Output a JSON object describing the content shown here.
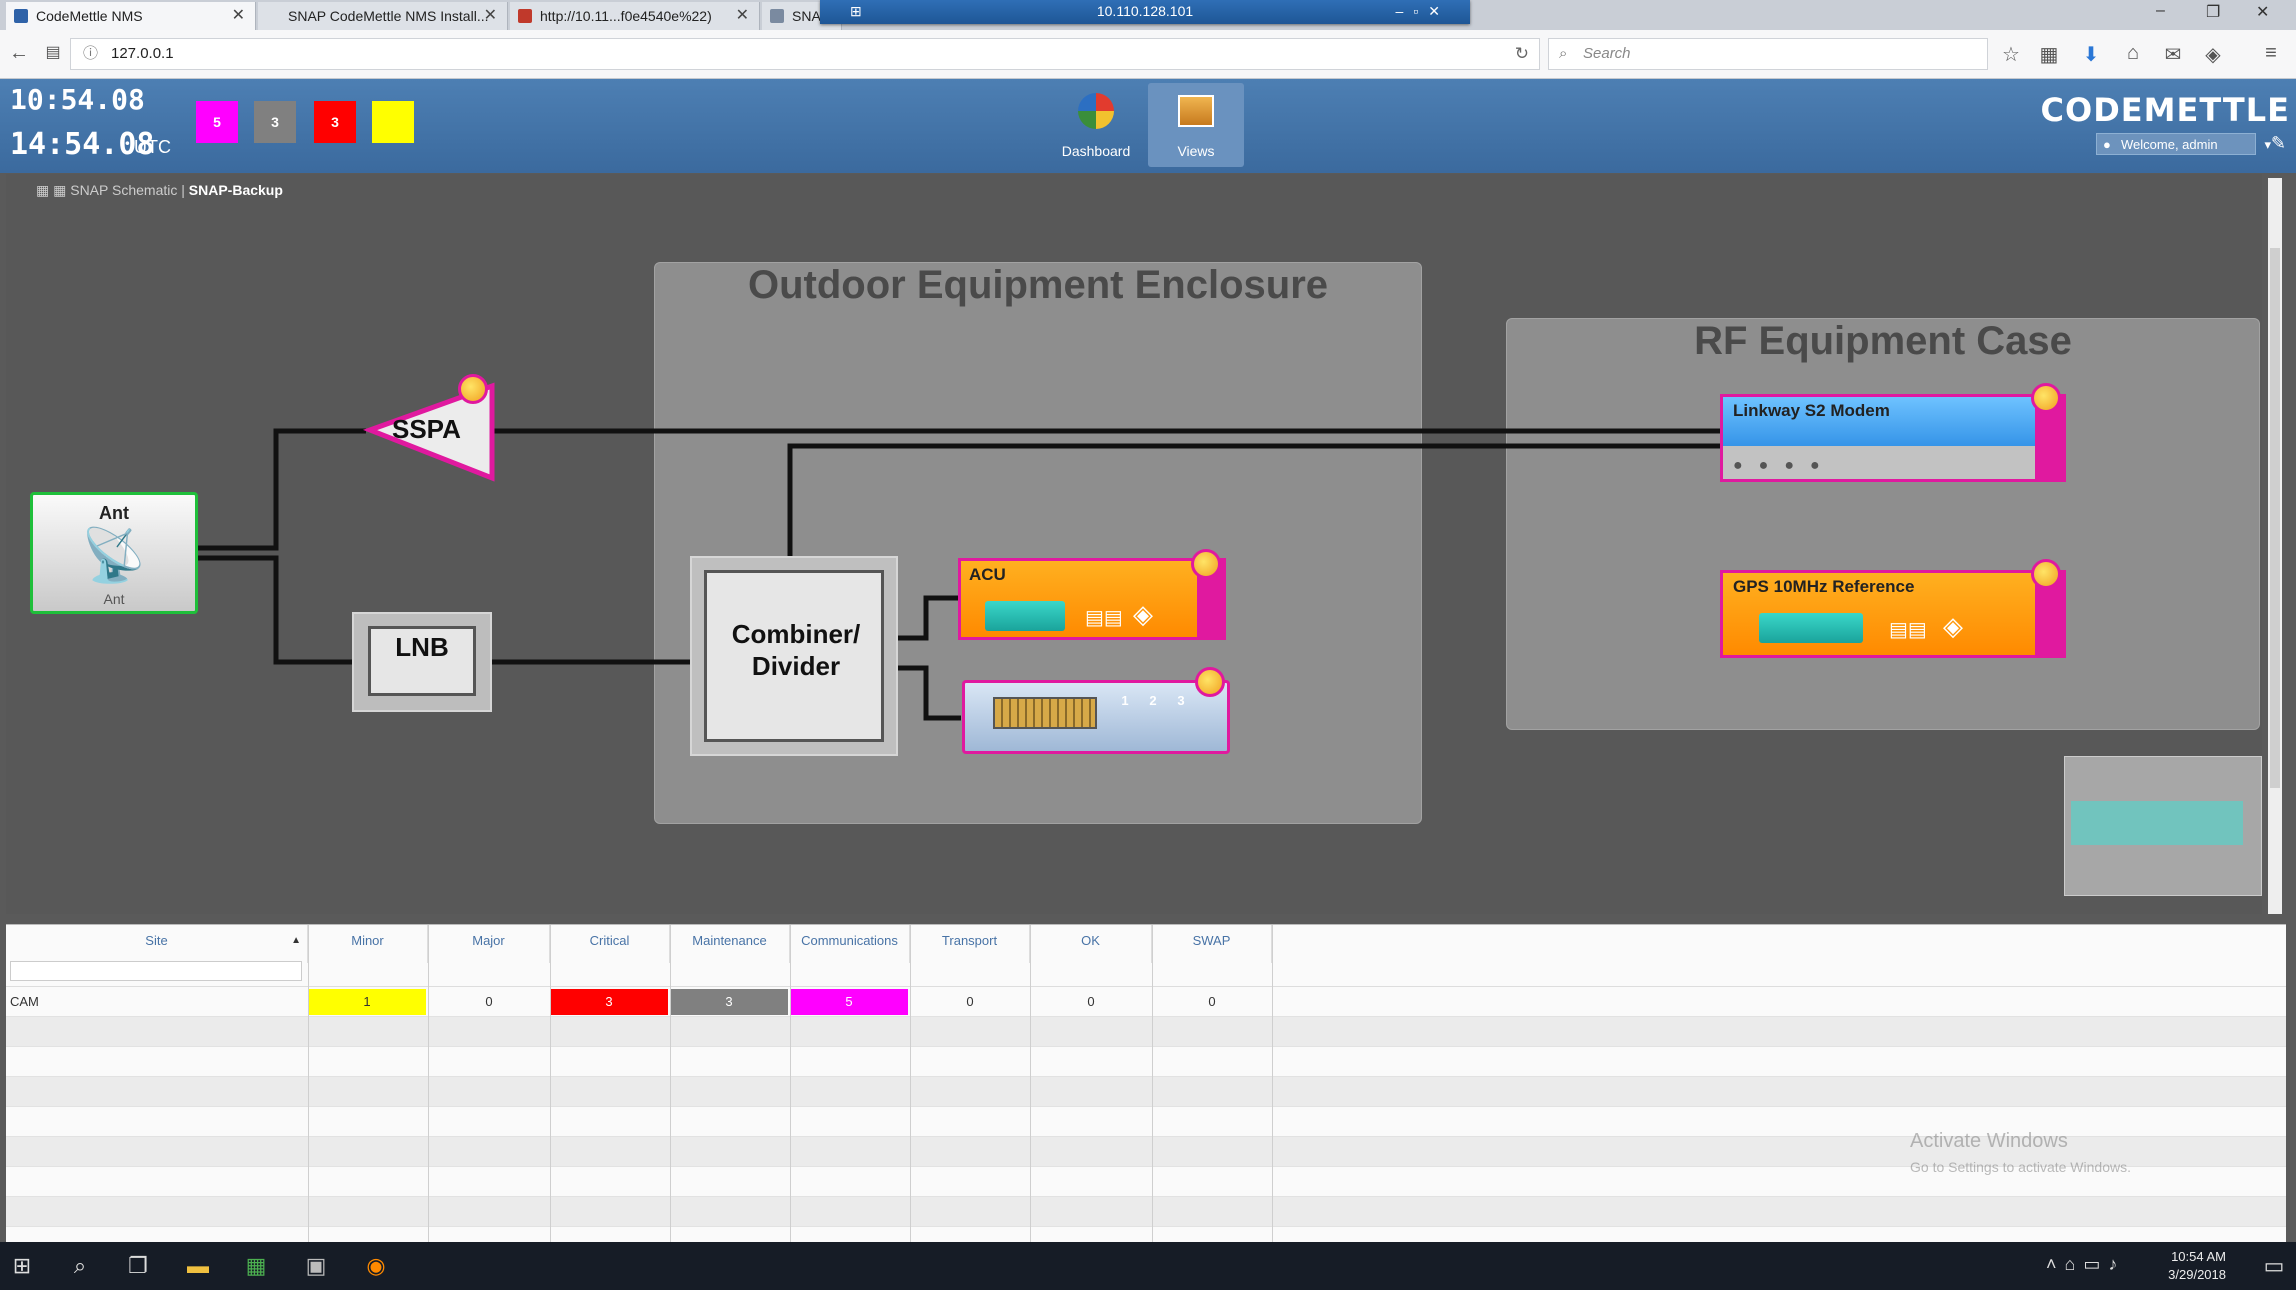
{
  "browser": {
    "tabs": [
      {
        "label": "CodeMettle NMS",
        "active": true
      },
      {
        "label": "SNAP CodeMettle NMS Install...",
        "active": false
      },
      {
        "label": "http://10.11...f0e4540e%22)",
        "active": false
      },
      {
        "label": "SNA",
        "active": false
      }
    ],
    "remote_title": "10.110.128.101",
    "url": "127.0.0.1",
    "search_placeholder": "Search"
  },
  "header": {
    "local_time": "10:54.08",
    "utc_time": "14:54.08",
    "utc_label": "UTC",
    "severity_boxes": [
      {
        "value": "5",
        "color": "#ff00ff"
      },
      {
        "value": "3",
        "color": "#808080"
      },
      {
        "value": "3",
        "color": "#ff0000"
      },
      {
        "value": "",
        "color": "#ffff00"
      }
    ],
    "nav": [
      {
        "label": "Dashboard",
        "icon": "dashboard-pie-icon"
      },
      {
        "label": "Views",
        "icon": "views-icon"
      }
    ],
    "logo": "CODEMETTLE",
    "welcome": "Welcome, admin"
  },
  "canvas": {
    "breadcrumb": {
      "parent": "SNAP Schematic",
      "current": "SNAP-Backup"
    },
    "enclosures": {
      "outdoor": "Outdoor Equipment Enclosure",
      "rf": "RF Equipment Case"
    },
    "devices": {
      "ant_title": "Ant",
      "ant_sub": "Ant",
      "sspa": "SSPA",
      "lnb": "LNB",
      "combiner": "Combiner/ Divider",
      "acu": "ACU",
      "switch_ports": [
        "1",
        "2",
        "3"
      ],
      "modem": "Linkway S2 Modem",
      "gps": "GPS 10MHz Reference"
    }
  },
  "table": {
    "columns": [
      "Site",
      "Minor",
      "Major",
      "Critical",
      "Maintenance",
      "Communications",
      "Transport",
      "OK",
      "SWAP"
    ],
    "rows": [
      {
        "site": "CAM",
        "minor": "1",
        "major": "0",
        "critical": "3",
        "maintenance": "3",
        "communications": "5",
        "transport": "0",
        "ok": "0",
        "swap": "0"
      }
    ],
    "colors": {
      "minor": "#ffff00",
      "critical": "#ff0000",
      "maintenance": "#808080",
      "communications": "#ff00ff"
    }
  },
  "watermark": {
    "line1": "Activate Windows",
    "line2": "Go to Settings to activate Windows."
  },
  "taskbar": {
    "time": "10:54 AM",
    "date": "3/29/2018"
  }
}
